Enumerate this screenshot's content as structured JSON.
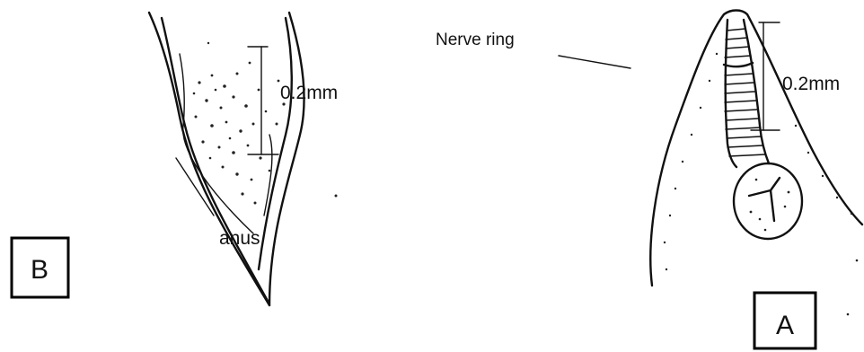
{
  "panel_b": {
    "label": "B",
    "scale_label": "0.2mm",
    "anus_label": "anus"
  },
  "panel_a": {
    "label": "A",
    "scale_label": "0.2mm",
    "nerve_ring_label": "Nerve ring"
  }
}
